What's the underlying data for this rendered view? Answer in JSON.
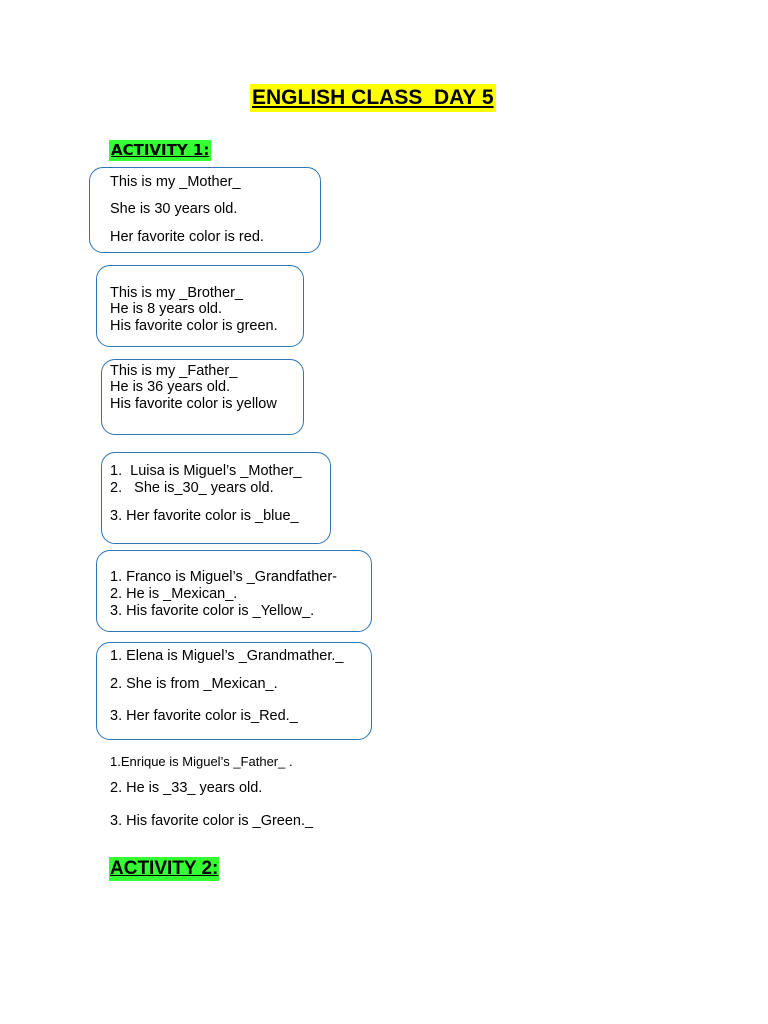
{
  "title": "ENGLISH CLASS  DAY 5",
  "activity1": {
    "heading": "ACTIVITY 1:",
    "boxes": [
      {
        "lines": [
          "This is my _Mother_",
          "She is 30 years old.",
          "Her favorite color is red."
        ]
      },
      {
        "lines": [
          "This is my _Brother_",
          "He is 8 years old.",
          "His favorite color is green."
        ]
      },
      {
        "lines": [
          "This is my _Father_",
          "He is 36 years old.",
          "His favorite color is yellow"
        ]
      },
      {
        "lines": [
          "1.  Luisa is Miguel’s _Mother_",
          "2.   She is_30_ years old.",
          "3. Her favorite color is _blue_"
        ]
      },
      {
        "lines": [
          "1. Franco is Miguel’s _Grandfather-",
          "2. He is _Mexican_.",
          "3. His favorite color is _Yellow_."
        ]
      },
      {
        "lines": [
          "1. Elena is Miguel’s _Grandmather._",
          "2. She is from _Mexican_.",
          "3. Her favorite color is_Red._"
        ]
      }
    ],
    "loose_lines": [
      "1.Enrique is Miguel’s _Father_ .",
      "2. He is _33_ years old.",
      "3. His favorite color is _Green._"
    ]
  },
  "activity2": {
    "heading": "ACTIVITY 2:"
  },
  "colors": {
    "highlight_yellow": "#ffff00",
    "highlight_green": "#33ff33",
    "box_border": "#2e75b6"
  }
}
